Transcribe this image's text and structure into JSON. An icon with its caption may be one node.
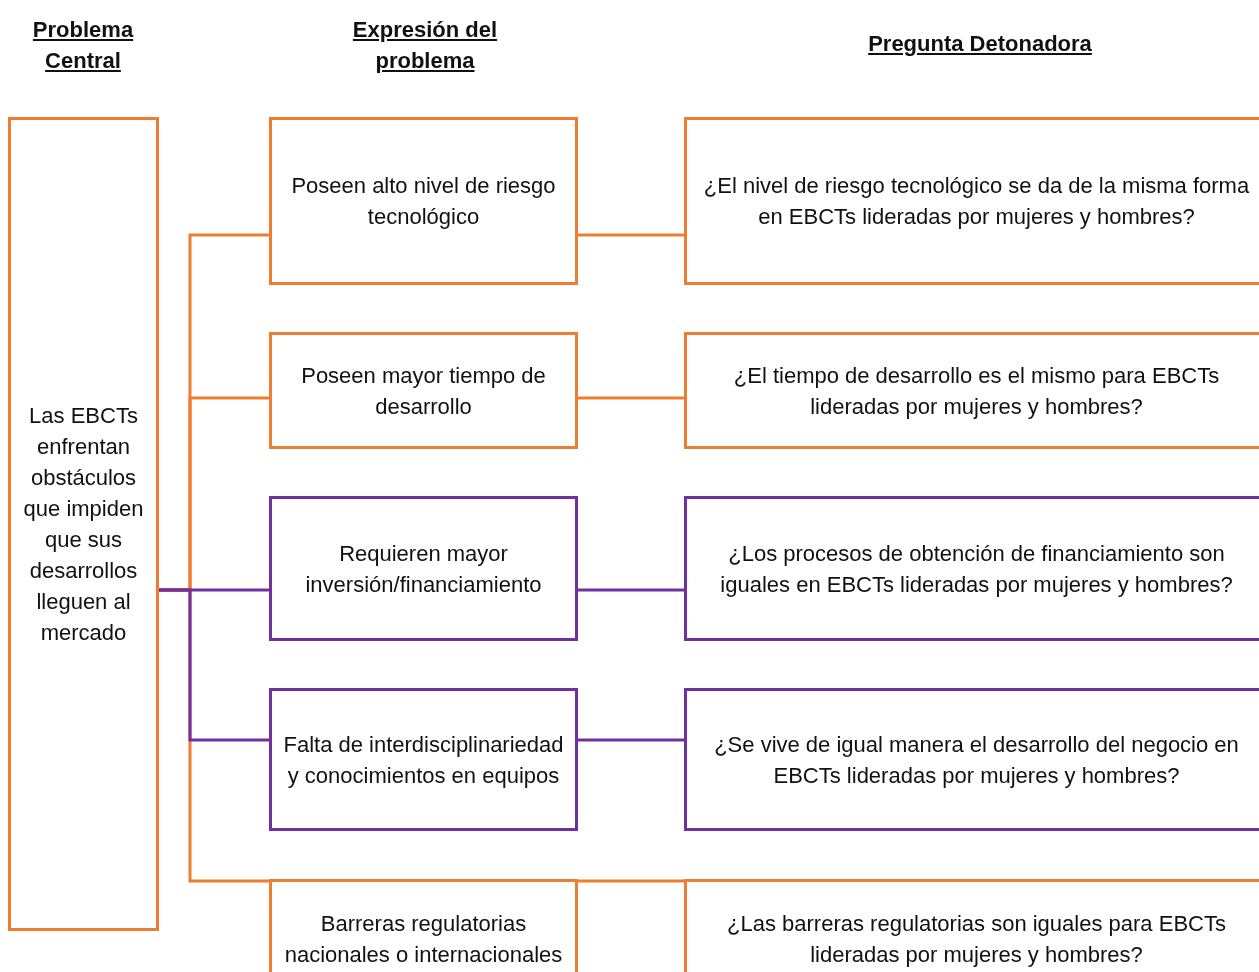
{
  "diagram": {
    "nodes": [
      {
        "text": [
          "Las EBCTs enfrentan obstáculos que impiden que sus desarrollos lleguen al mercado"
        ]
      },
      {
        "text": [
          "Poseen alto nivel de riesgo tecnológico"
        ]
      },
      {
        "text": [
          "Poseen mayor tiempo de desarrollo"
        ]
      },
      {
        "text": [
          "Requieren mayor inversión/financiamiento"
        ]
      },
      {
        "text": [
          "Falta de interdisciplinariedad y conocimientos  en equipos"
        ]
      },
      {
        "text": [
          "Barreras regulatorias nacionales o internacionales"
        ]
      },
      {
        "text": [
          "¿El nivel de riesgo tecnológico se da de la misma forma en EBCTs lideradas por mujeres y hombres?"
        ]
      },
      {
        "text": [
          "¿El tiempo de desarrollo es el mismo para EBCTs lideradas por mujeres y hombres?"
        ]
      },
      {
        "text": [
          "¿Los procesos de obtención de financiamiento son iguales en EBCTs lideradas por mujeres y hombres?"
        ]
      },
      {
        "text": [
          "¿Se vive de igual manera el desarrollo del negocio en EBCTs lideradas por mujeres y hombres?"
        ]
      },
      {
        "text": [
          "¿Las barreras regulatorias son iguales para EBCTs lideradas por mujeres y hombres?"
        ]
      }
    ],
    "edges": [
      {
        "from": 0,
        "to": 1,
        "arrow": "none"
      },
      {
        "from": 0,
        "to": 2,
        "arrow": "none"
      },
      {
        "from": 0,
        "to": 3,
        "arrow": "none",
        "color": "#7030a0"
      },
      {
        "from": 0,
        "to": 4,
        "arrow": "none",
        "color": "#7030a0"
      },
      {
        "from": 0,
        "to": 5,
        "arrow": "none"
      },
      {
        "from": 1,
        "to": 6,
        "arrow": "none"
      },
      {
        "from": 2,
        "to": 7,
        "arrow": "none"
      },
      {
        "from": 3,
        "to": 8,
        "arrow": "none",
        "color": "#7030a0"
      },
      {
        "from": 4,
        "to": 9,
        "arrow": "none",
        "color": "#7030a0"
      },
      {
        "from": 5,
        "to": 10,
        "arrow": "none"
      }
    ],
    "labels": [
      "Problema Central",
      "Expresión del problema",
      "Pregunta Detonadora"
    ]
  }
}
